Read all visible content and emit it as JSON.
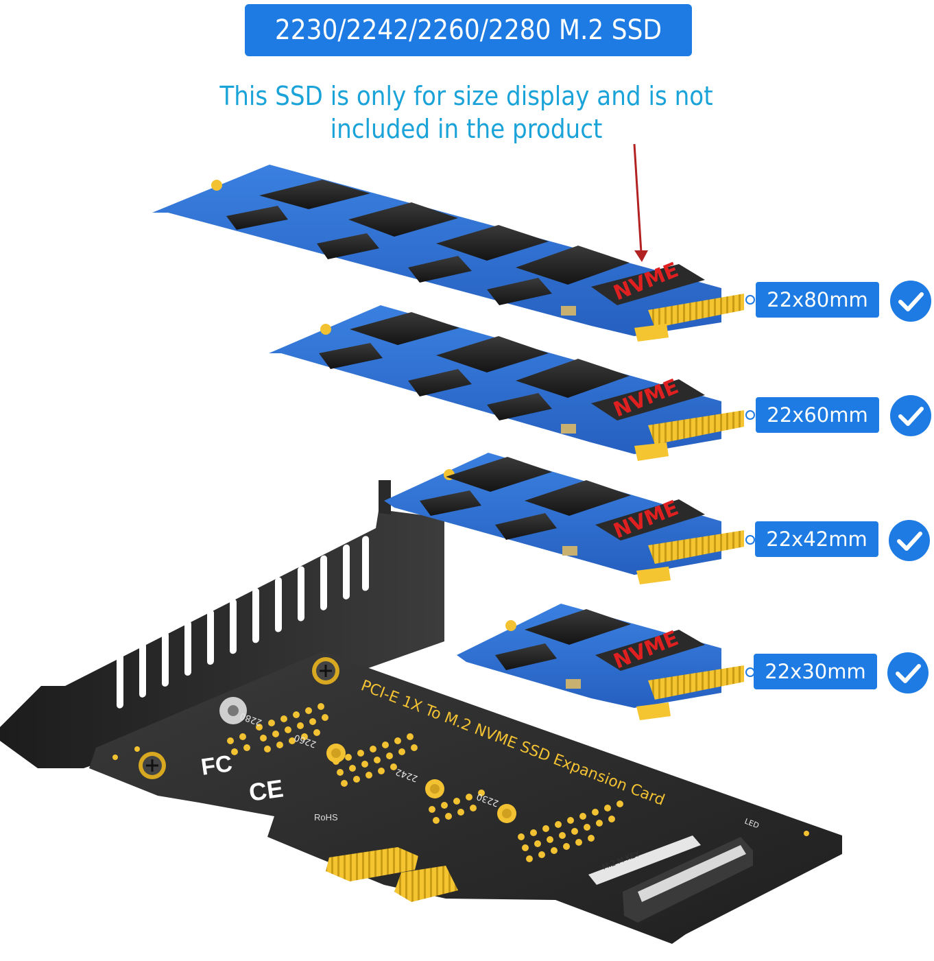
{
  "header": {
    "title": "2230/2242/2260/2280 M.2 SSD",
    "note_line1": "This SSD is only for size display and is not",
    "note_line2": "included in the product"
  },
  "sizes": [
    {
      "label": "22x80mm"
    },
    {
      "label": "22x60mm"
    },
    {
      "label": "22x42mm"
    },
    {
      "label": "22x30mm"
    }
  ],
  "ssd_chip_label": "NVME",
  "card": {
    "silkscreen": "PCI-E 1X To M.2 NVME SSD Expansion Card",
    "hole_labels": [
      "2280",
      "2260",
      "2242",
      "2230"
    ],
    "slot_label": "M.2 M KEY",
    "logos": [
      "FC",
      "CE",
      "RoHS"
    ],
    "led_label": "LED"
  },
  "colors": {
    "accent": "#1d7be3",
    "note_text": "#1aa3d8",
    "ssd_pcb": "#2f6fd1",
    "card_pcb": "#2a2a2a",
    "gold": "#f2c230",
    "arrow": "#b22222"
  },
  "icons": [
    "check-icon",
    "arrow-icon",
    "screw-icon"
  ]
}
